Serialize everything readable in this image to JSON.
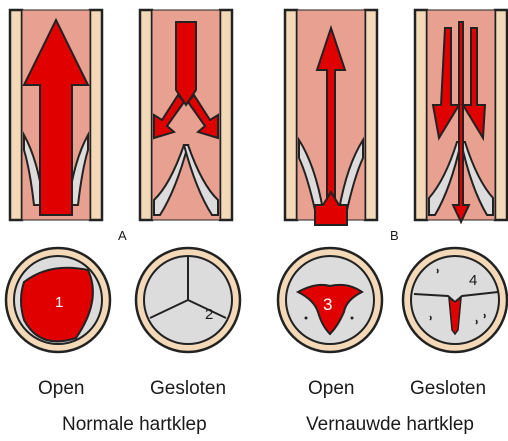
{
  "panels": {
    "a": {
      "letter": "A",
      "caption": "Normale hartklep"
    },
    "b": {
      "letter": "B",
      "caption": "Vernauwde hartklep"
    }
  },
  "states": {
    "open": "Open",
    "closed": "Gesloten"
  },
  "valve_numbers": [
    "1",
    "2",
    "3",
    "4"
  ],
  "colors": {
    "vessel": "#e8a090",
    "wall": "#f3d9b8",
    "arrow": "#e00000",
    "outline": "#222222",
    "leaflet": "#dcdcdc"
  }
}
